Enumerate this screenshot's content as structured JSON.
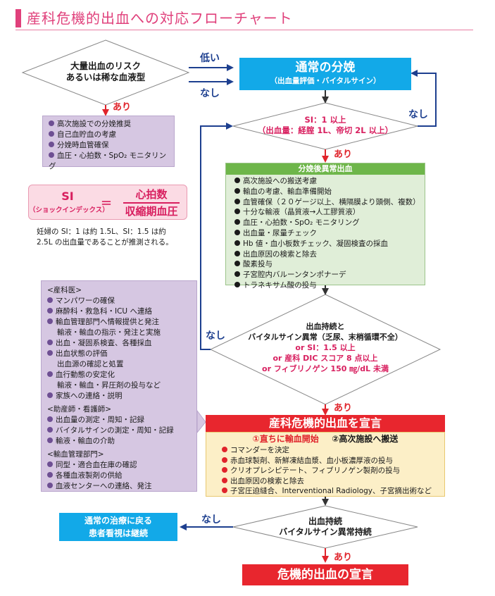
{
  "title": "産科危機的出血への対応フローチャート",
  "risk_diamond": {
    "line1": "大量出血のリスク",
    "line2": "あるいは稀な血液型"
  },
  "labels": {
    "low": "低い",
    "none": "なし",
    "yes": "あり"
  },
  "risk_actions": [
    "高次施設での分娩推奨",
    "自己血貯血の考慮",
    "分娩時血管確保",
    "血圧・心拍数・SpO₂ モニタリング"
  ],
  "normal_delivery": {
    "title": "通常の分娩",
    "subtitle": "（出血量評価・バイタルサイン）"
  },
  "si_diamond": {
    "line1": "SI：1 以上",
    "line2": "（出血量：経腟 1L、帝切 2L 以上）"
  },
  "postpartum_box": {
    "header": "分娩後異常出血",
    "items": [
      "高次施設への搬送考慮",
      "輸血の考慮、輸血準備開始",
      "血管確保（２０ゲージ以上、横隔膜より頭側、複数）",
      "十分な輸液（晶質液→人工膠質液）",
      "血圧・心拍数・SpO₂ モニタリング",
      "出血量・尿量チェック",
      "Hb 値・血小板数チェック、凝固検査の採血",
      "出血原因の検索と除去",
      "酸素投与",
      "子宮腔内バルーンタンポナーデ",
      "トラネキサム酸の投与"
    ]
  },
  "si_formula": {
    "label": "SI",
    "sublabel": "（ショックインデックス）",
    "equals": "＝",
    "numerator": "心拍数",
    "denominator": "収縮期血圧"
  },
  "si_note": {
    "line1": "妊婦の SI：1 は約 1.5L、SI：1.5 は約",
    "line2": "2.5L の出血量であることが推測される。"
  },
  "persist_diamond": {
    "line1": "出血持続と",
    "line2": "バイタルサイン異常（乏尿、末梢循環不全）",
    "line3": "or SI：1.5 以上",
    "line4": "or 産科 DIC スコア 8 点以上",
    "line5": "or フィブリノゲン 150 ㎎/dL 未満"
  },
  "roles_box": {
    "obstetrics_head": "<産科医>",
    "obstetrics": [
      {
        "text": "マンパワーの確保"
      },
      {
        "text": "麻酔科・救急科・ICU へ連絡"
      },
      {
        "text": "輸血管理部門へ情報提供と発注",
        "sub": "輸液・輸血の指示・発注と実施"
      },
      {
        "text": "出血・凝固系検査、各種採血"
      },
      {
        "text": "出血状態の評価",
        "sub": "出血源の確認と処置"
      },
      {
        "text": "血行動態の安定化",
        "sub": "輸液・輸血・昇圧剤の投与など"
      },
      {
        "text": "家族への連絡・説明"
      }
    ],
    "midwife_head": "<助産師・看護師>",
    "midwife": [
      "出血量の測定・周知・記録",
      "バイタルサインの測定・周知・記録",
      "輸液・輸血の介助"
    ],
    "bloodbank_head": "<輸血管理部門>",
    "bloodbank": [
      "同型・適合血在庫の確認",
      "各種血液製剤の供給",
      "血液センターへの連絡、発注"
    ]
  },
  "critical_header": "産科危機的出血を宣言",
  "critical_box": {
    "lead1": "①直ちに輸血開始",
    "lead2": "②高次施設へ搬送",
    "items": [
      "コマンダーを決定",
      "赤血球製剤、新鮮凍結血漿、血小板濃厚液の投与",
      "クリオプレシピテート、フィブリノゲン製剤の投与",
      "出血原因の検索と除去",
      "子宮圧迫縫合、Interventional Radiology、子宮摘出術など"
    ]
  },
  "continue_diamond": {
    "line1": "出血持続",
    "line2": "バイタルサイン異常持続"
  },
  "return_box": {
    "line1": "通常の治療に戻る",
    "line2": "患者看視は継続"
  },
  "final_box": "危機的出血の宣言",
  "colors": {
    "accent": "#e0407b",
    "blue": "#12a9e8",
    "green": "#6eb64a",
    "red": "#e8262e",
    "purple": "#d6c7e2",
    "navy": "#1d3f8f"
  }
}
